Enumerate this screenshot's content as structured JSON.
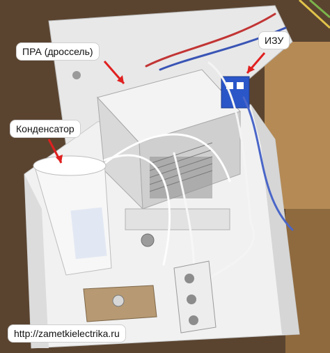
{
  "labels": {
    "ballast": "ПРА (дроссель)",
    "igniter": "ИЗУ",
    "capacitor": "Конденсатор"
  },
  "watermark": "http://zametkielectrika.ru",
  "colors": {
    "annotation_arrow": "#e02020",
    "housing": "#ececec",
    "background_wood": "#6b5134",
    "igniter_body": "#2a56c8"
  }
}
